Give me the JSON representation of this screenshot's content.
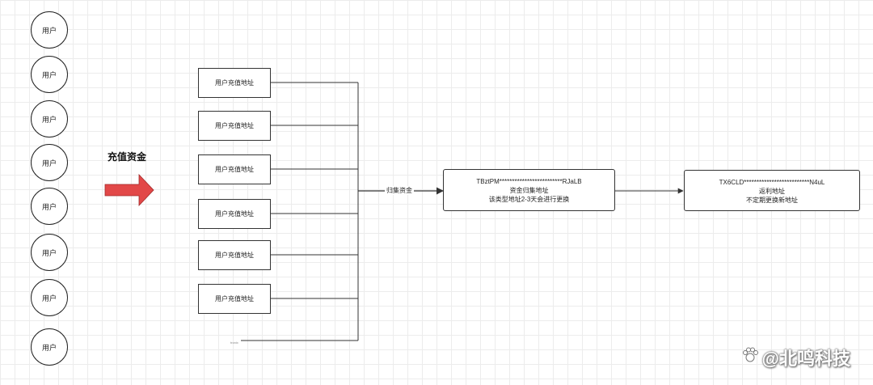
{
  "users": [
    "用户",
    "用户",
    "用户",
    "用户",
    "用户",
    "用户",
    "用户",
    "用户"
  ],
  "charge_funds_label": "充值资金",
  "deposit_addresses": [
    "用户充值地址",
    "用户充值地址",
    "用户充值地址",
    "用户充值地址",
    "用户充值地址",
    "用户充值地址"
  ],
  "collect_label": "归集资金",
  "collection_box": {
    "address": "TBztPM*************************RJaLB",
    "line1": "资金归集地址",
    "line2": "该类型地址2-3天会进行更换"
  },
  "rebate_box": {
    "address": "TX6CLD**************************N4uL",
    "line1": "返利地址",
    "line2": "不定期更换新地址"
  },
  "tiny_label": "tronix",
  "watermark": "@北鸣科技",
  "colors": {
    "arrow": "#e24848",
    "line": "#333333"
  }
}
